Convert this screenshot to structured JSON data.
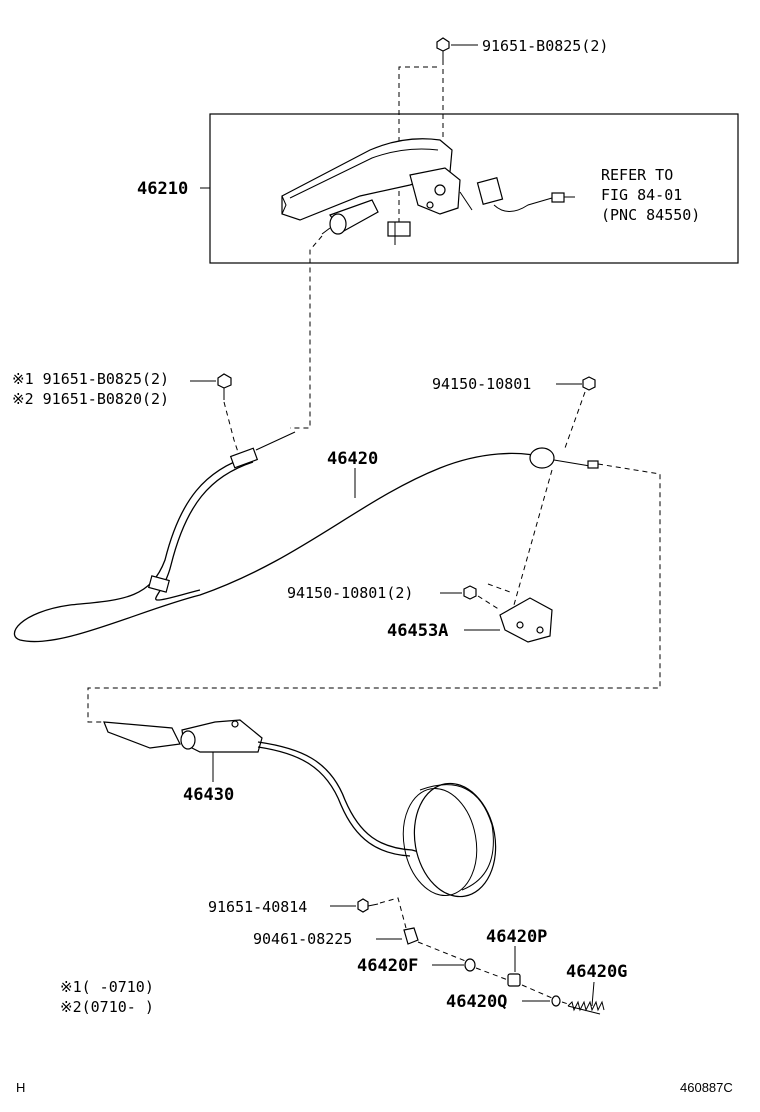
{
  "labels": {
    "bolt_top": "91651-B0825(2)",
    "lever_assy": "46210",
    "refer_line1": "REFER TO",
    "refer_line2": "FIG 84-01",
    "refer_line3": "(PNC 84550)",
    "bolt_note1": "※1 91651-B0825(2)",
    "bolt_note2": "※2 91651-B0820(2)",
    "nut_right": "94150-10801",
    "cable_front": "46420",
    "nut_pair": "94150-10801(2)",
    "bracket": "46453A",
    "cable_rear": "46430",
    "bolt_lower": "91651-40814",
    "clip": "90461-08225",
    "part_f": "46420F",
    "part_p": "46420P",
    "part_g": "46420G",
    "part_q": "46420Q",
    "range1": "※1(      -0710)",
    "range2": "※2(0710-      )",
    "corner_left": "H",
    "figure_code": "460887C"
  }
}
